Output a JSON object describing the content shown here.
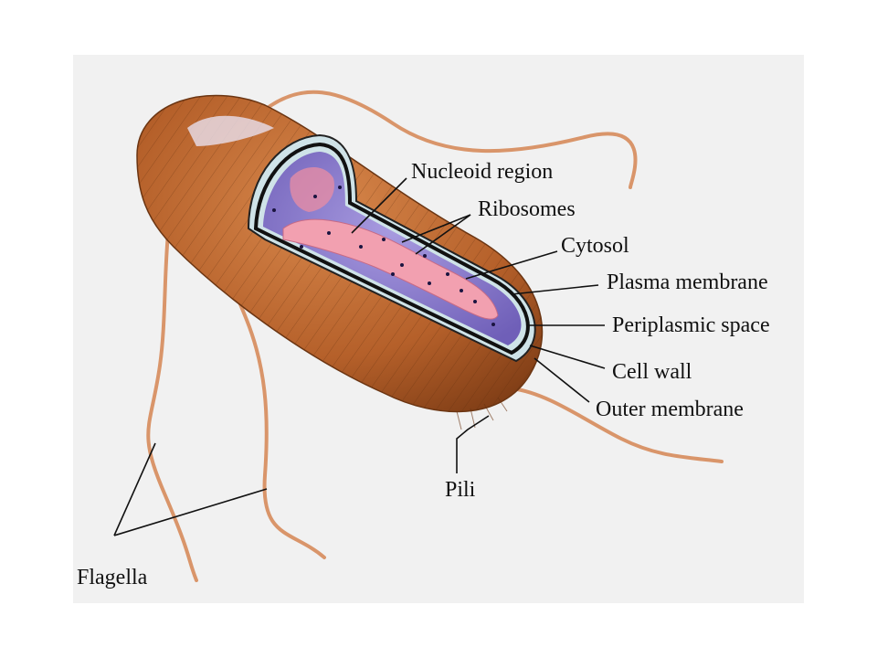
{
  "diagram": {
    "labels": {
      "nucleoid": "Nucleoid region",
      "ribosomes": "Ribosomes",
      "cytosol": "Cytosol",
      "plasma_membrane": "Plasma membrane",
      "periplasmic_space": "Periplasmic space",
      "cell_wall": "Cell wall",
      "outer_membrane": "Outer membrane",
      "pili": "Pili",
      "flagella": "Flagella"
    },
    "colors": {
      "background": "#f1f1f1",
      "cell_outer": "#b7602b",
      "cytosol": "#8f7fcf",
      "nucleoid": "#f2a0b0",
      "flagella": "#d9956a",
      "leader": "#111111"
    }
  }
}
